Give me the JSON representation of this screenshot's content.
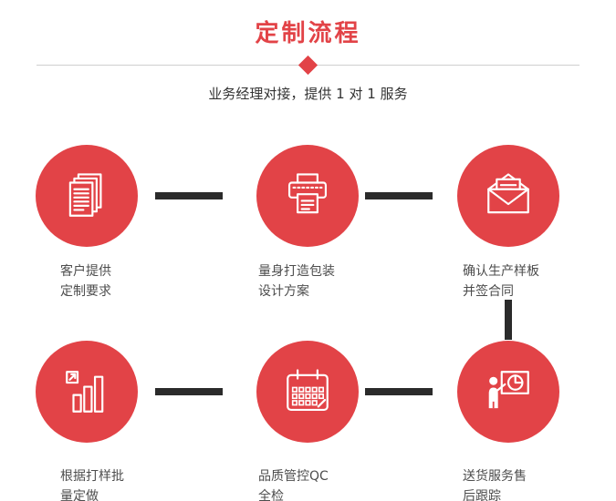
{
  "header": {
    "title": "定制流程",
    "subtitle": "业务经理对接，提供 1 对 1 服务"
  },
  "steps": [
    {
      "icon": "documents-icon",
      "line1": "客户提供",
      "line2": "定制要求"
    },
    {
      "icon": "printer-icon",
      "line1": "量身打造包装",
      "line2": "设计方案"
    },
    {
      "icon": "envelope-icon",
      "line1": "确认生产样板",
      "line2": "并签合同"
    },
    {
      "icon": "bar-chart-icon",
      "line1": "根据打样批",
      "line2": "量定做"
    },
    {
      "icon": "calendar-icon",
      "line1": "品质管控QC",
      "line2": "全检"
    },
    {
      "icon": "presentation-icon",
      "line1": "送货服务售",
      "line2": "后跟踪"
    }
  ],
  "colors": {
    "accent": "#e24347",
    "connector": "#2b2b2b",
    "text": "#4d4d4d",
    "divider": "#cfcfcf"
  }
}
